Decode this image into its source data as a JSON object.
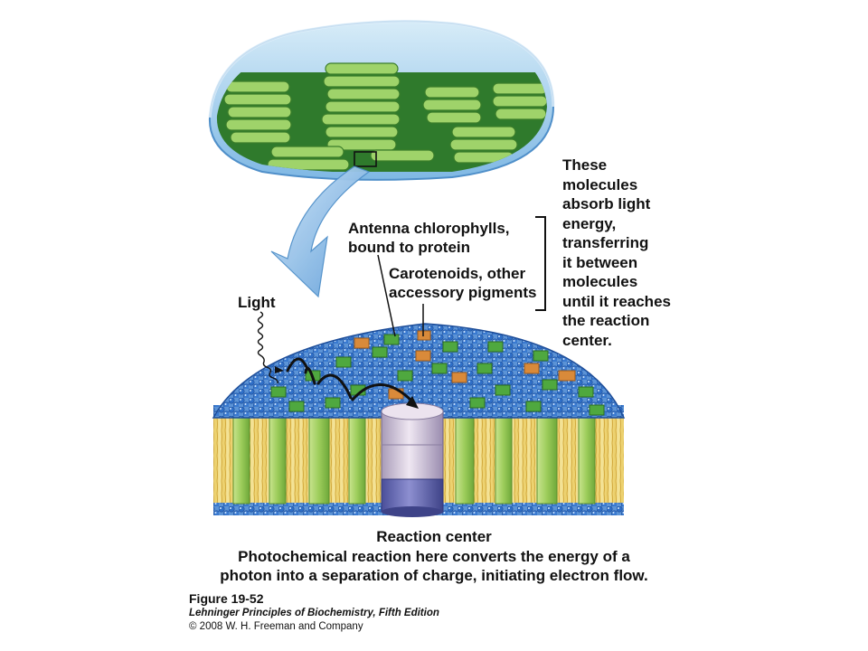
{
  "labels": {
    "antenna": "Antenna chlorophylls,\nbound to protein",
    "carotenoids": "Carotenoids, other\naccessory pigments",
    "light": "Light",
    "side_note": "These\nmolecules\nabsorb light\nenergy,\ntransferring\nit between\nmolecules\nuntil it reaches\nthe reaction\ncenter.",
    "reaction_center": "Reaction center",
    "reaction_desc": "Photochemical reaction here converts the energy of a\nphoton into a separation of charge, initiating electron flow."
  },
  "caption": {
    "figure": "Figure 19-52",
    "book": "Lehninger Principles of Biochemistry, Fifth Edition",
    "copyright": "© 2008 W. H. Freeman and Company"
  },
  "colors": {
    "membrane_blue": "#2e6fc4",
    "chlorophyll_green": "#3f9a3a",
    "carotenoid_orange": "#d98a3a",
    "lipid_yellow": "#efd67a",
    "stroma_blue": "#a9d3ee"
  }
}
